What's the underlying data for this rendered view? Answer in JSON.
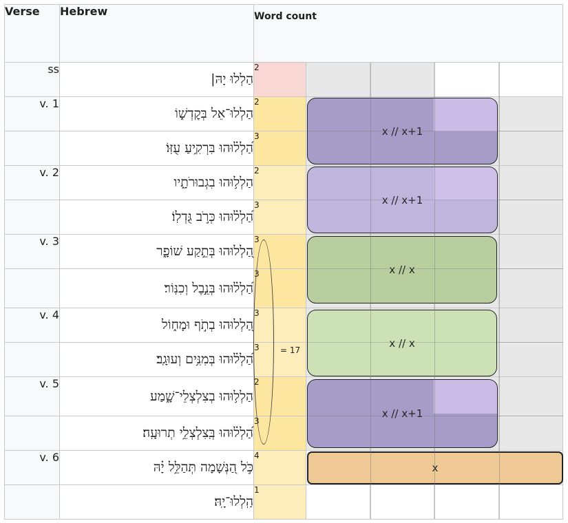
{
  "headers": {
    "verse": "Verse",
    "hebrew": "Hebrew",
    "word_count": "Word count"
  },
  "rows": [
    {
      "verse": "ss",
      "hebrew": "הַלְלוּ יָהּ|",
      "count": "2",
      "count_color": "#f8d7d4"
    },
    {
      "verse": "v. 1",
      "hebrew": "הַלְלוּ־אֵל בְּקׇדְשׁ֑וֹ",
      "count": "2",
      "count_color": "#fde6a0"
    },
    {
      "verse": "",
      "hebrew": "הַ֝לְל֗וּהוּ בִּרְקִ֥יעַ עֻזּֽוֹ׃",
      "count": "3",
      "count_color": "#fde6a0"
    },
    {
      "verse": "v. 2",
      "hebrew": "הַלְל֥וּהוּ בִגְבוּרֹתָ֑יו",
      "count": "2",
      "count_color": "#fdedbb"
    },
    {
      "verse": "",
      "hebrew": "הַ֝לְל֗וּהוּ כְּרֹ֣ב גֻּדְלֽוֹ׃",
      "count": "3",
      "count_color": "#fdedbb"
    },
    {
      "verse": "v. 3",
      "hebrew": "הַ֭לְלוּהוּ בְּתֵ֣קַע שׁוֹפָ֑ר",
      "count": "3",
      "count_color": "#fde6a0"
    },
    {
      "verse": "",
      "hebrew": "הַ֝לְל֗וּהוּ בְּנֵ֣בֶל וְכִנּֽוֹר׃",
      "count": "3",
      "count_color": "#fde6a0"
    },
    {
      "verse": "v. 4",
      "hebrew": "הַ֭לְלוּהוּ בְתֹ֣ף וּמָח֑וֹל",
      "count": "3",
      "count_color": "#fdedbb"
    },
    {
      "verse": "",
      "hebrew": "הַ֝לְל֗וּהוּ בְּמִנִּ֥ים וְעוּגָֽב׃",
      "count": "3",
      "count_color": "#fdedbb"
    },
    {
      "verse": "v. 5",
      "hebrew": "הַלְל֥וּהוּ בְצִלְצְלֵי־שָׁ֑מַע",
      "count": "2",
      "count_color": "#fde6a0"
    },
    {
      "verse": "",
      "hebrew": "הַ֝לְל֗וּהוּ בְּֽצִלְצְלֵ֥י תְרוּעָֽה׃",
      "count": "3",
      "count_color": "#fde6a0"
    },
    {
      "verse": "v. 6",
      "hebrew": "כֹּ֣ל הַ֭נְּשָׁמָה תְּהַלֵּ֥ל יָ֗הּ",
      "count": "4",
      "count_color": "#fdedbb"
    },
    {
      "verse": "",
      "hebrew": "הַֽלְלוּ־יָֽהּ׃",
      "count": "1",
      "count_color": "#fdedbb"
    }
  ],
  "blocks": [
    {
      "label": "x // x+1",
      "style": "purple"
    },
    {
      "label": "x // x+1",
      "style": "lav"
    },
    {
      "label": "x // x",
      "style": "green1"
    },
    {
      "label": "x // x",
      "style": "green2"
    },
    {
      "label": "x // x+1",
      "style": "purple"
    },
    {
      "label": "x",
      "style": "orange"
    }
  ],
  "total_note": "= 17",
  "colors": {
    "header_bg": "#f8f9fa",
    "pink": "#f8d7d4",
    "yellow": "#fde6a0",
    "light_yellow": "#fdedbb",
    "purple": "#a79cc7",
    "lavender": "#c0b6dd",
    "green": "#b8ce9f",
    "light_green": "#cde1b7",
    "orange": "#eec996"
  }
}
